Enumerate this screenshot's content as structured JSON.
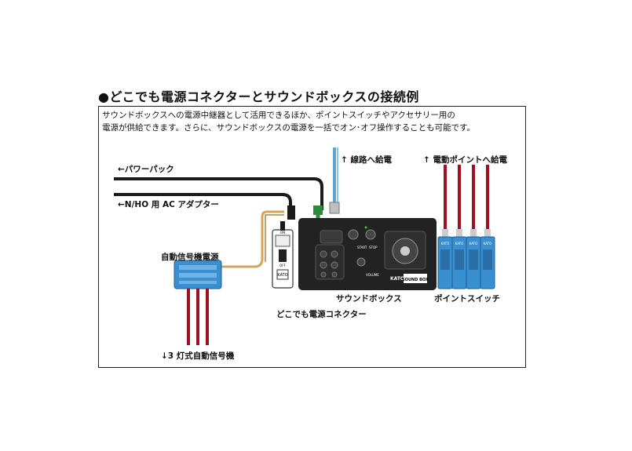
{
  "title": "●どこでも電源コネクターとサウンドボックスの接続例",
  "description": {
    "line1": "サウンドボックスへの電源中継器として活用できるほか、ポイントスイッチやアクセサリー用の",
    "line2": "電源が供給できます。さらに、サウンドボックスの電源を一括でオン･オフ操作することも可能です。"
  },
  "labels": {
    "power_pack": "←パワーパック",
    "ac_adapter": "←N/HO 用 AC アダプター",
    "track_feed": "↑ 線路へ給電",
    "turnout_feed": "↑ 電動ポイントへ給電",
    "signal_power": "自動信号機電源",
    "sound_box": "サウンドボックス",
    "point_switch": "ポイントスイッチ",
    "connector": "どこでも電源コネクター",
    "signal": "↓3 灯式自動信号機"
  },
  "device_text": {
    "kato": "KATO",
    "sound_box_logo": "SOUND BOX",
    "start": "START",
    "stop": "STOP",
    "volume": "VOLUME",
    "on": "ON",
    "off": "OFF",
    "switch_brand": "KATO"
  },
  "colors": {
    "wire_black": "#1a1a1a",
    "wire_red": "#a01020",
    "wire_blue": "#5aa8d8",
    "wire_tan": "#d4a45a",
    "wire_green": "#2e8b3e",
    "device_dark": "#222222",
    "switch_blue": "#3a8fd0"
  }
}
